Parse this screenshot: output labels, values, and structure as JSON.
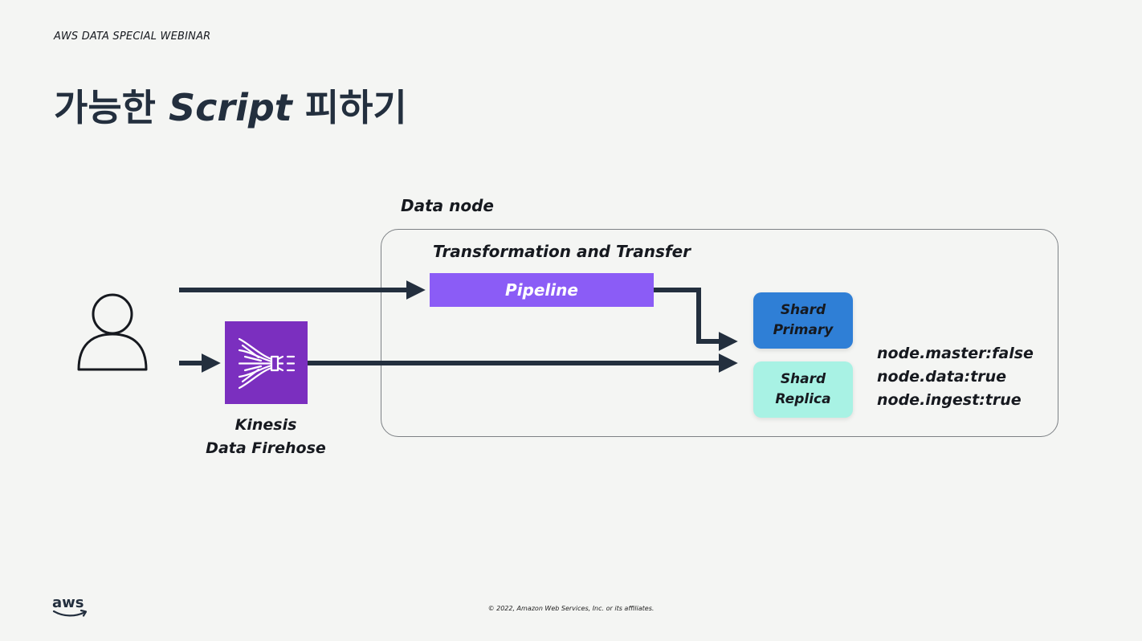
{
  "header": {
    "webinar": "AWS DATA SPECIAL WEBINAR",
    "title_pre": "가능한",
    "title_script": "Script",
    "title_post": "피하기"
  },
  "diagram": {
    "data_node_label": "Data node",
    "transformation_label": "Transformation and Transfer",
    "pipeline_label": "Pipeline",
    "shard_primary": [
      "Shard",
      "Primary"
    ],
    "shard_replica": [
      "Shard",
      "Replica"
    ],
    "kinesis_label": [
      "Kinesis",
      "Data Firehose"
    ],
    "node_settings": [
      "node.master:false",
      "node.data:true",
      "node.ingest:true"
    ]
  },
  "colors": {
    "pipeline": "#8b5cf6",
    "shard_primary": "#2f7fd6",
    "shard_replica": "#a8f2e4",
    "kinesis": "#7b2fbf",
    "arrow": "#232f3e"
  },
  "icons": {
    "user": "user-icon",
    "kinesis": "kinesis-firehose-icon",
    "logo": "aws-logo"
  },
  "footer": {
    "copyright": "© 2022, Amazon Web Services, Inc. or its affiliates.",
    "logo_text": "aws"
  }
}
